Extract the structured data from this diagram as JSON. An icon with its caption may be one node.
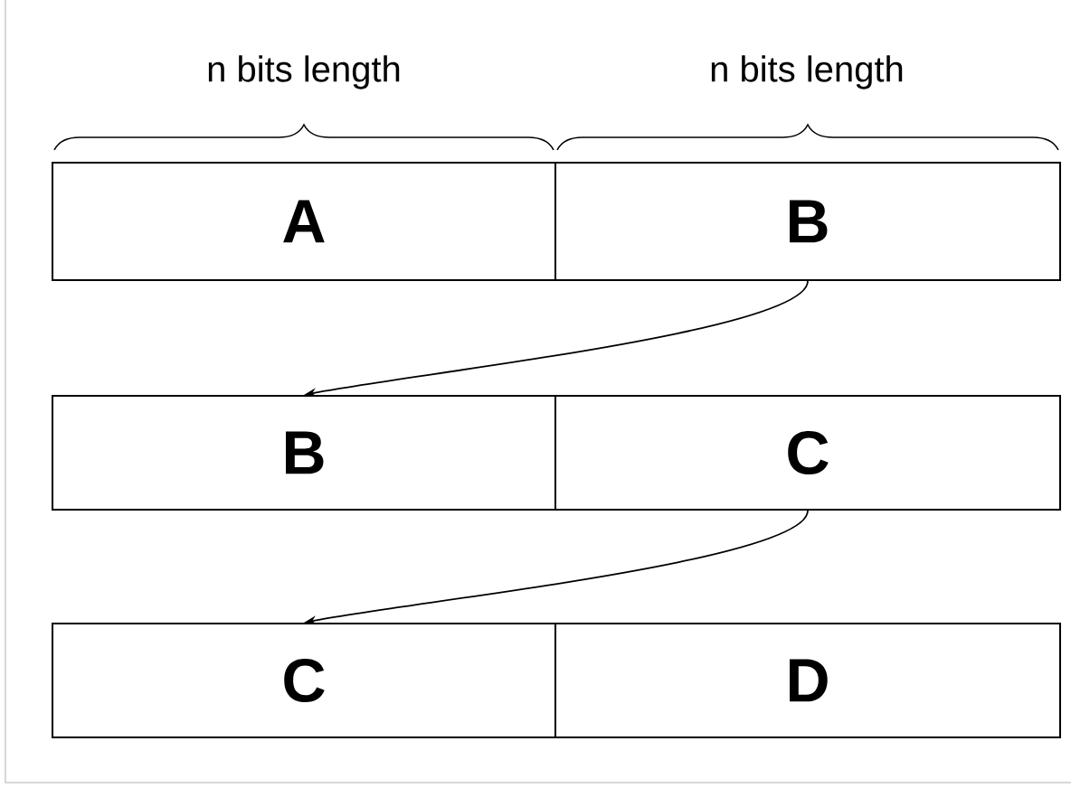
{
  "diagram": {
    "nodes": [
      {
        "text": [
          "A"
        ]
      },
      {
        "text": [
          "B"
        ]
      },
      {
        "text": [
          "B"
        ]
      },
      {
        "text": [
          "C"
        ]
      },
      {
        "text": [
          "C"
        ]
      },
      {
        "text": [
          "D"
        ]
      }
    ],
    "edges": [
      {
        "from": 1,
        "to": 2,
        "arrow": "to"
      },
      {
        "from": 3,
        "to": 4,
        "arrow": "to"
      }
    ],
    "labels": [
      "n bits length",
      "n bits length"
    ]
  }
}
